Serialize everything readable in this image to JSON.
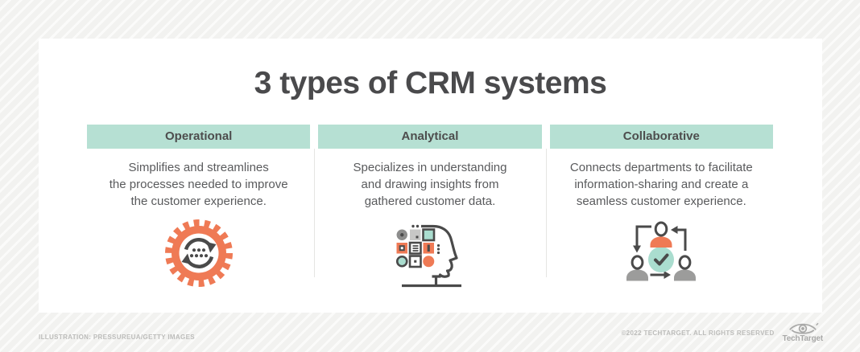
{
  "page": {
    "title": "3 types of CRM systems"
  },
  "columns": [
    {
      "header": "Operational",
      "description": "Simplifies and streamlines\nthe processes needed to improve\nthe customer experience.",
      "icon": "gear-sync-icon"
    },
    {
      "header": "Analytical",
      "description": "Specializes in understanding\nand drawing insights from\ngathered customer data.",
      "icon": "head-data-icon"
    },
    {
      "header": "Collaborative",
      "description": "Connects departments to facilitate\ninformation-sharing and create a\nseamless customer experience.",
      "icon": "people-cycle-icon"
    }
  ],
  "footer": {
    "credit": "ILLUSTRATION: PRESSUREUA/GETTY IMAGES",
    "copyright": "©2022 TECHTARGET. ALL RIGHTS RESERVED",
    "brand": "TechTarget"
  },
  "colors": {
    "header_teal": "#b6e0d3",
    "accent_orange": "#ef7a55",
    "icon_teal": "#aaddcf",
    "icon_dark": "#4a4a4a",
    "person_gray": "#9c9c9b",
    "title_gray": "#4a4a4c",
    "body_text": "#595a5c"
  }
}
